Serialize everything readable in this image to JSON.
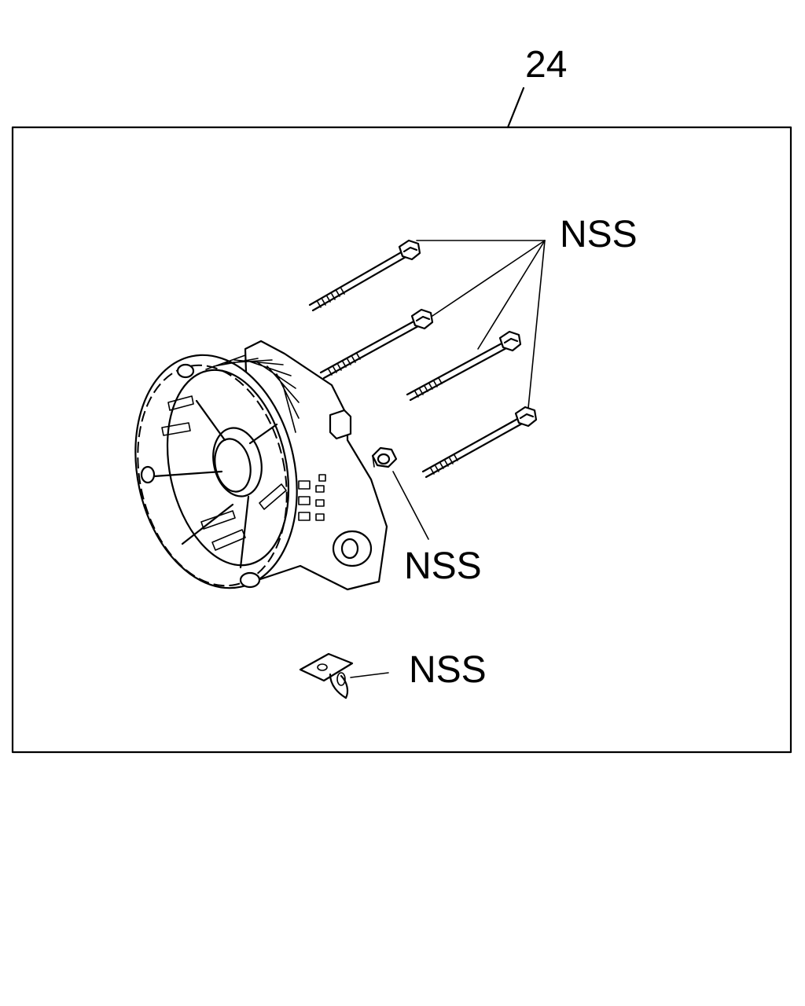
{
  "diagram": {
    "callout_number": "24",
    "part_labels": {
      "bolts": "NSS",
      "nut": "NSS",
      "bracket": "NSS"
    }
  }
}
